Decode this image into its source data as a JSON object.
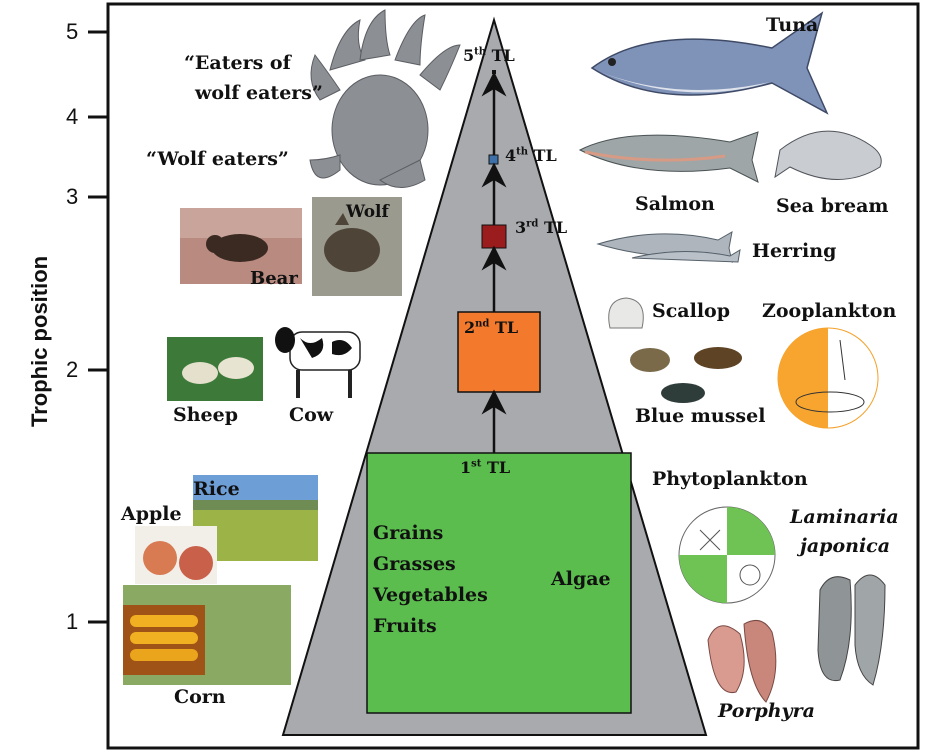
{
  "axis": {
    "label": "Trophic position",
    "ticks": [
      "1",
      "2",
      "3",
      "4",
      "5"
    ]
  },
  "levels": {
    "tl1": {
      "num": "1",
      "sup": "st",
      "suffix": " TL"
    },
    "tl2": {
      "num": "2",
      "sup": "nd",
      "suffix": " TL"
    },
    "tl3": {
      "num": "3",
      "sup": "rd",
      "suffix": " TL"
    },
    "tl4": {
      "num": "4",
      "sup": "th",
      "suffix": " TL"
    },
    "tl5": {
      "num": "5",
      "sup": "th",
      "suffix": " TL"
    }
  },
  "producers": {
    "terrestrial": [
      "Grains",
      "Grasses",
      "Vegetables",
      "Fruits"
    ],
    "marine": "Algae"
  },
  "terrestrial": {
    "eaters_of_wolf_eaters_1": "“Eaters of",
    "eaters_of_wolf_eaters_2": "wolf eaters”",
    "wolf_eaters": "“Wolf eaters”",
    "wolf": "Wolf",
    "bear": "Bear",
    "sheep": "Sheep",
    "cow": "Cow",
    "rice": "Rice",
    "apple": "Apple",
    "corn": "Corn"
  },
  "marine": {
    "tuna": "Tuna",
    "salmon": "Salmon",
    "sea_bream": "Sea bream",
    "herring": "Herring",
    "scallop": "Scallop",
    "zooplankton": "Zooplankton",
    "blue_mussel": "Blue mussel",
    "phytoplankton": "Phytoplankton",
    "laminaria_1": "Laminaria",
    "laminaria_2": "japonica",
    "porphyra": "Porphyra"
  },
  "colors": {
    "pyramid": "#a8aaae",
    "tl1_box": "#5bbd4e",
    "tl2_box": "#f37a2c",
    "tl3_box": "#9b1c1c",
    "tl4_box": "#3d6fa8"
  }
}
